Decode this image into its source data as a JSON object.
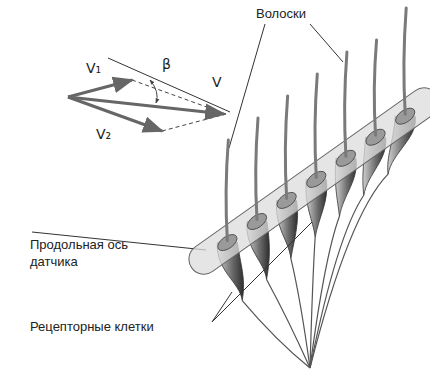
{
  "diagram": {
    "labels": [
      "Волоски",
      "V₁",
      "β",
      "V",
      "V₂",
      "Продольная ось датчика",
      "Рецепторные клетки"
    ]
  }
}
